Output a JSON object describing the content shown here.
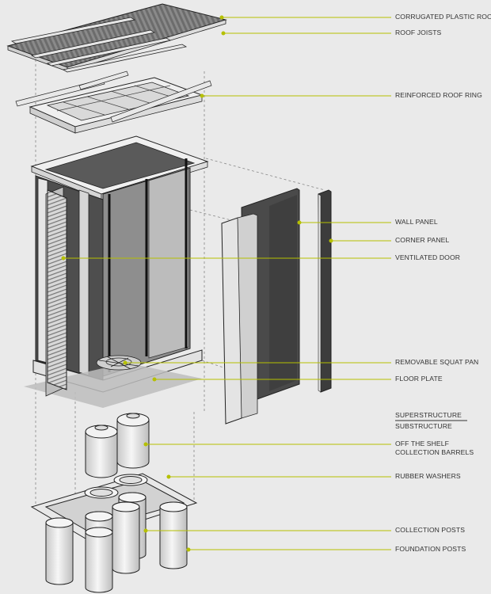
{
  "title": "Exploded axonometric of modular toilet unit",
  "labels": {
    "roof": "CORRUGATED PLASTIC ROOF",
    "joists": "ROOF JOISTS",
    "ring": "REINFORCED ROOF RING",
    "wall": "WALL PANEL",
    "corner": "CORNER PANEL",
    "door": "VENTILATED DOOR",
    "squat": "REMOVABLE SQUAT PAN",
    "floor": "FLOOR PLATE",
    "superstructure": "SUPERSTRUCTURE",
    "substructure": "SUBSTRUCTURE",
    "barrels_1": "OFF THE SHELF",
    "barrels_2": "COLLECTION BARRELS",
    "washers": "RUBBER WASHERS",
    "collection_posts": "COLLECTION POSTS",
    "foundation_posts": "FOUNDATION POSTS"
  },
  "colors": {
    "background": "#eaeaea",
    "leader": "#b5c000",
    "line": "#222222",
    "panel_dark": "#4a4a4a",
    "panel_light": "#e6e6e6"
  }
}
